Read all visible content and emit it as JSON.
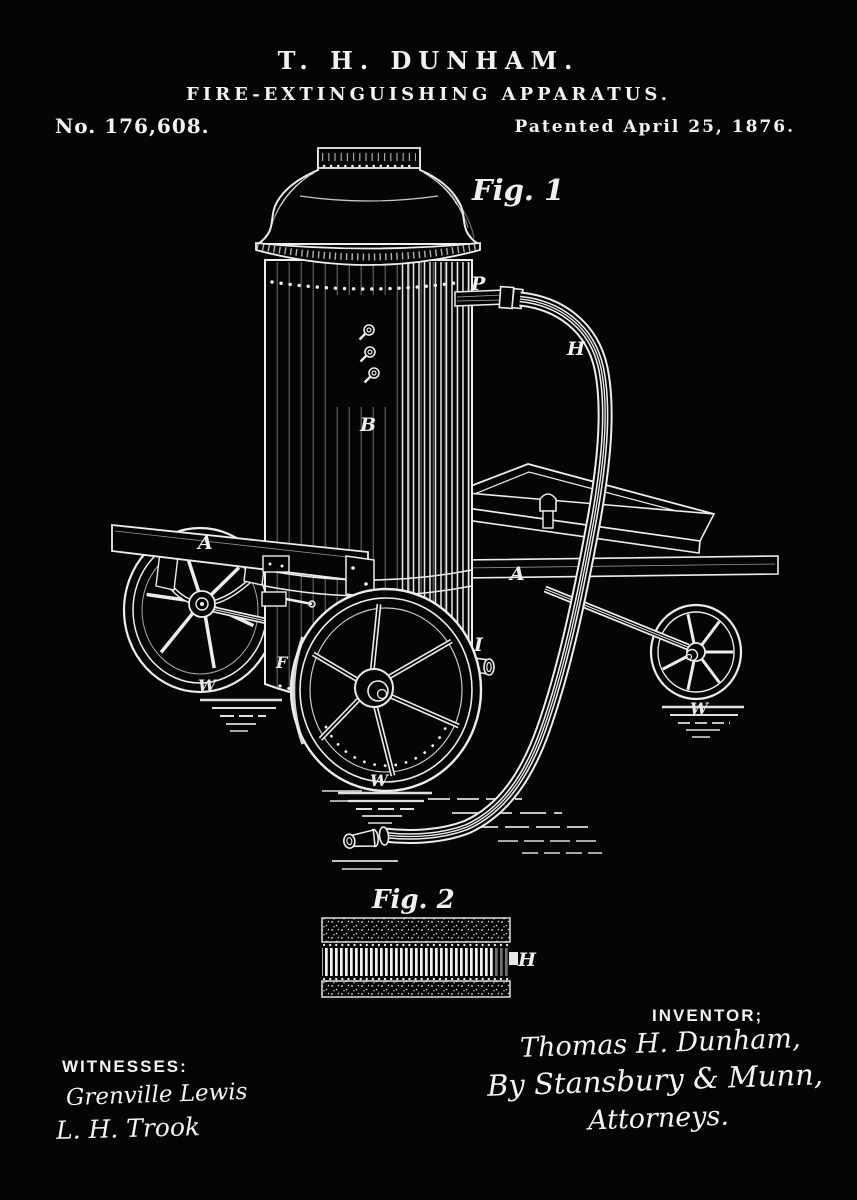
{
  "colors": {
    "background": "#050505",
    "ink": "#f0f0f0"
  },
  "header": {
    "inventor_name": "T. H. DUNHAM.",
    "title": "FIRE-EXTINGUISHING APPARATUS.",
    "patent_number": "No. 176,608.",
    "patent_date": "Patented April 25, 1876."
  },
  "figure1": {
    "caption": "Fig. 1",
    "labels": {
      "outlet_pipe": "P",
      "hose": "H",
      "tank": "B",
      "frame_left": "A",
      "frame_right": "A",
      "axle_stub": "I",
      "frame_bracket": "F",
      "wheel_left": "W",
      "wheel_front": "W",
      "wheel_right": "W"
    }
  },
  "figure2": {
    "caption": "Fig. 2",
    "labels": {
      "hose_section": "H"
    }
  },
  "witnesses": {
    "heading": "WITNESSES:",
    "names": [
      "Grenville Lewis",
      "L. H. Trook"
    ]
  },
  "inventor": {
    "heading": "INVENTOR;",
    "name": "Thomas H. Dunham,",
    "by_line": "By Stansbury & Munn,",
    "role": "Attorneys."
  }
}
